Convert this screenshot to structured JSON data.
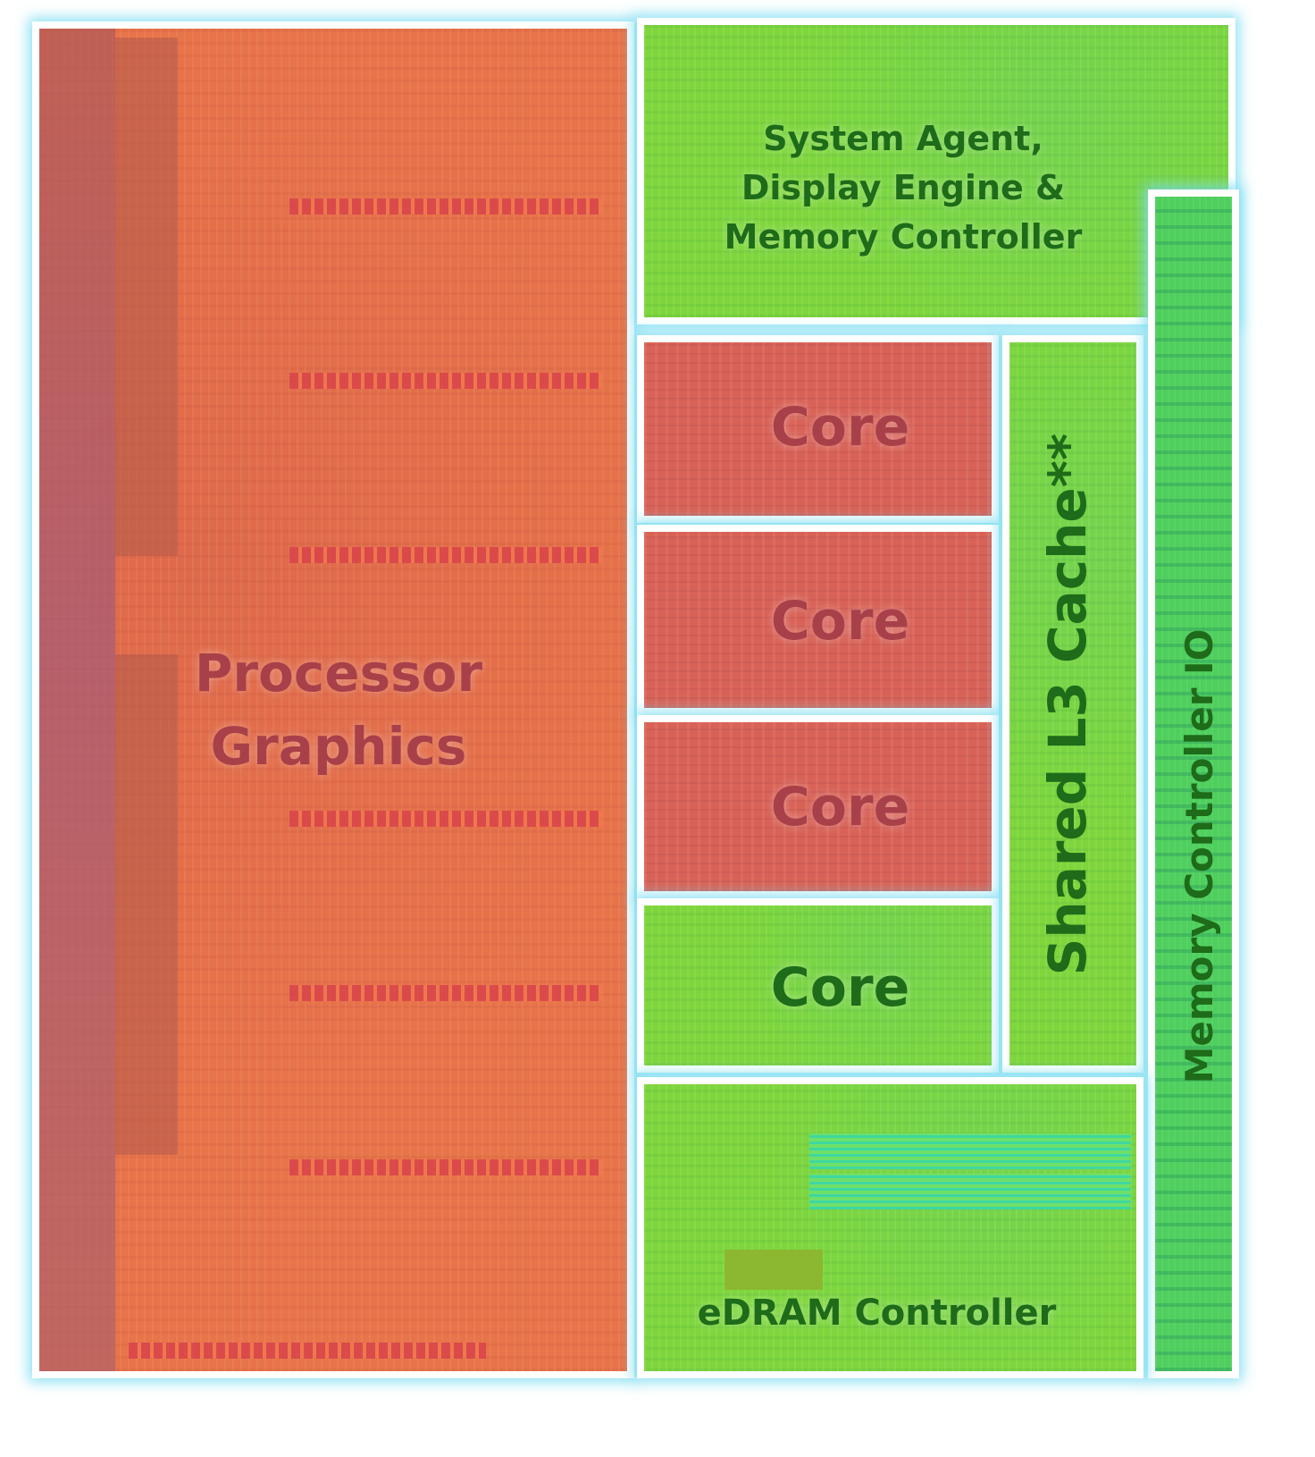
{
  "blocks": {
    "graphics": {
      "line1": "Processor",
      "line2": "Graphics"
    },
    "system_agent": {
      "line1": "System Agent,",
      "line2": "Display Engine &",
      "line3": "Memory Controller"
    },
    "cores": [
      {
        "label": "Core",
        "color": "red"
      },
      {
        "label": "Core",
        "color": "red"
      },
      {
        "label": "Core",
        "color": "red"
      },
      {
        "label": "Core",
        "color": "green"
      }
    ],
    "l3_cache": {
      "label": "Shared L3 Cache**"
    },
    "edram": {
      "label": "eDRAM Controller"
    },
    "mc_io": {
      "label": "Memory Controller IO"
    }
  },
  "colors": {
    "red_fill": "#e8744a",
    "red_text": "#a8404a",
    "green_fill": "#7ed63c",
    "green_text": "#1e6b1a",
    "border": "#ffffff",
    "glow": "#78dcf0"
  }
}
